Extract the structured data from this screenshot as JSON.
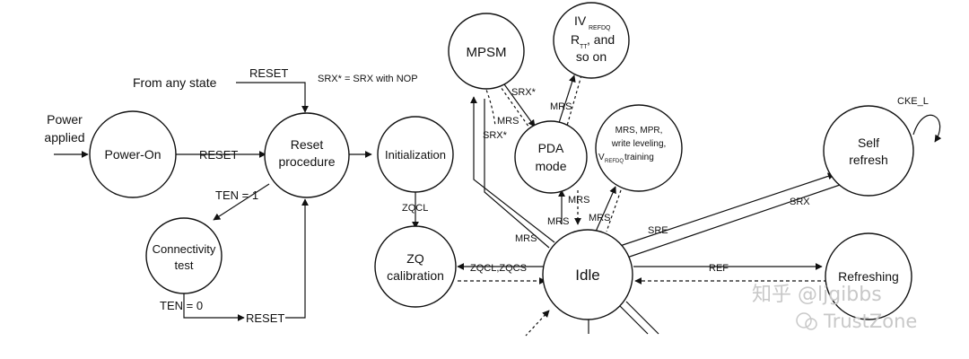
{
  "states": {
    "power_on": "Power-On",
    "reset_line1": "Reset",
    "reset_line2": "procedure",
    "initialization": "Initialization",
    "connectivity_line1": "Connectivity",
    "connectivity_line2": "test",
    "zq_line1": "ZQ",
    "zq_line2": "calibration",
    "idle": "Idle",
    "mpsm": "MPSM",
    "pda_line1": "PDA",
    "pda_line2": "mode",
    "iv_line1": "IV",
    "iv_sub": "REFDQ",
    "iv_line2a": "R",
    "iv_line2sub": "TT",
    "iv_line2b": ", and",
    "iv_line3": "so on",
    "mrs_line1": "MRS, MPR,",
    "mrs_line2": "write leveling,",
    "mrs_line3a": "V",
    "mrs_line3sub": "REFDQ",
    "mrs_line3b": " training",
    "self_line1": "Self",
    "self_line2": "refresh",
    "refreshing": "Refreshing"
  },
  "labels": {
    "power_line1": "Power",
    "power_line2": "applied",
    "from_any_state": "From any state",
    "reset_top": "RESET",
    "srx_note": "SRX* = SRX with NOP",
    "reset_mid": "RESET",
    "ten1": "TEN = 1",
    "ten0": "TEN = 0",
    "reset_bottom": "RESET",
    "zqcl": "ZQCL",
    "zqcl_zqcs": "ZQCL,ZQCS",
    "srx_star_a": "SRX*",
    "srx_star_b": "SRX*",
    "mrs_1": "MRS",
    "mrs_2": "MRS",
    "mrs_3": "MRS",
    "mrs_4": "MRS",
    "mrs_5": "MRS",
    "mrs_6": "MRS",
    "cke_l": "CKE_L",
    "srx": "SRX",
    "sre": "SRE",
    "ref": "REF"
  },
  "watermark": {
    "line1": "知乎 @ljgibbs",
    "line2": "TrustZone"
  }
}
